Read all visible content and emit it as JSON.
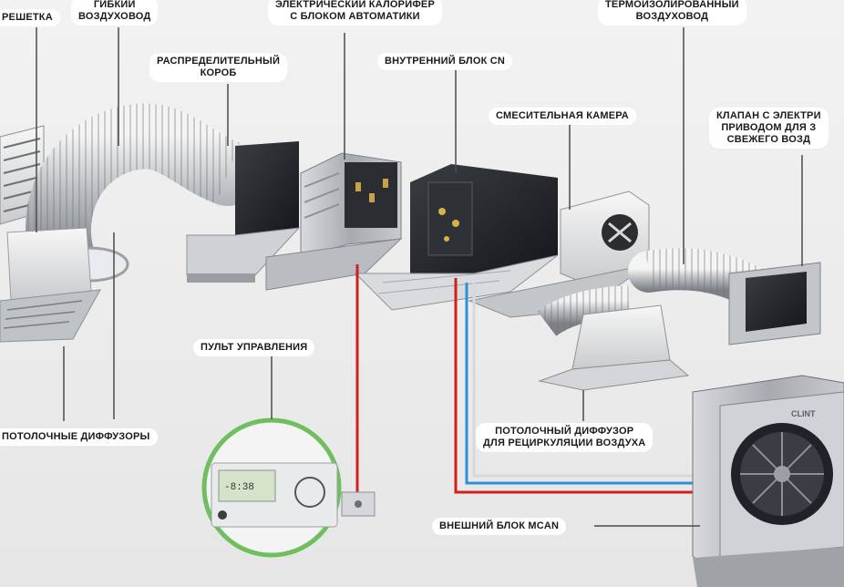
{
  "labels": {
    "grille": [
      "РЕШЕТКА"
    ],
    "flex_duct": [
      "ГИБКИЙ",
      "ВОЗДУХОВОД"
    ],
    "heater": [
      "ЭЛЕКТРИЧЕСКИЙ КАЛОРИФЕР",
      "С БЛОКОМ АВТОМАТИКИ"
    ],
    "insulated_duct": [
      "ТЕРМОИЗОЛИРОВАННЫЙ",
      "ВОЗДУХОВОД"
    ],
    "plenum": [
      "РАСПРЕДЕЛИТЕЛЬНЫЙ",
      "КОРОБ"
    ],
    "indoor_unit": [
      "ВНУТРЕННИЙ БЛОК CN"
    ],
    "mixing_chamber": [
      "СМЕСИТЕЛЬНАЯ КАМЕРА"
    ],
    "damper": [
      "КЛАПАН С ЭЛЕКТРИ",
      "ПРИВОДОМ ДЛЯ З",
      "СВЕЖЕГО ВОЗД"
    ],
    "remote": [
      "ПУЛЬТ УПРАВЛЕНИЯ"
    ],
    "ceiling_diffusers": [
      "ПОТОЛОЧНЫЕ ДИФФУЗОРЫ"
    ],
    "recirc_diffuser": [
      "ПОТОЛОЧНЫЙ ДИФФУЗОР",
      "ДЛЯ РЕЦИРКУЛЯЦИИ ВОЗДУХА"
    ],
    "outdoor_unit": [
      "ВНЕШНИЙ БЛОК MCAN"
    ]
  },
  "brand": "CLINT",
  "remote_display": "-8:38",
  "colors": {
    "power_line": "#d0201c",
    "refrigerant_line": "#2f8fd8",
    "remote_ring": "#6fbf5f"
  }
}
